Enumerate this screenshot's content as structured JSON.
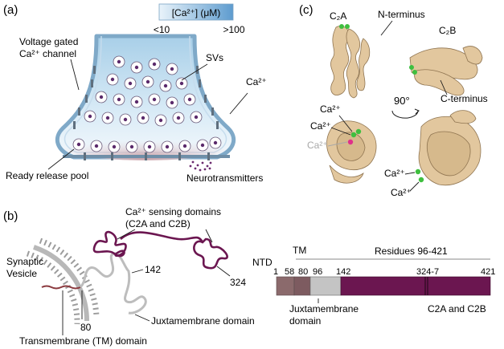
{
  "panel_a": {
    "label": "(a)",
    "scale_title": "[Ca²⁺] (μM)",
    "scale_low": "<10",
    "scale_high": ">100",
    "channel_label_l1": "Voltage gated",
    "channel_label_l2": "Ca²⁺ channel",
    "svs_label": "SVs",
    "ca_label": "Ca²⁺",
    "rrp_label": "Ready release pool",
    "nt_label": "Neurotransmitters"
  },
  "panel_b": {
    "label": "(b)",
    "sensing_l1": "Ca²⁺ sensing domains",
    "sensing_l2": "(C2A and C2B)",
    "vesicle_l1": "Synaptic",
    "vesicle_l2": "Vesicle",
    "res_142": "142",
    "res_324": "324",
    "res_80": "80",
    "juxta_label": "Juxtamembrane domain",
    "tm_label": "Transmembrane (TM) domain"
  },
  "bar": {
    "residues_label": "Residues 96-421",
    "ntd_label": "NTD",
    "tm_label": "TM",
    "ticks": [
      "1",
      "58",
      "80",
      "96",
      "142",
      "324-7",
      "421"
    ],
    "juxta_l1": "Juxtamembrane",
    "juxta_l2": "domain",
    "c2_label": "C2A and C2B",
    "colors": {
      "ntd": "#8b6a6c",
      "tm": "#7d5b60",
      "juxta": "#c4c4c4",
      "c2": "#6b1650"
    }
  },
  "panel_c": {
    "label": "(c)",
    "c2a_label": "C₂A",
    "nterm_label": "N-terminus",
    "c2b_label": "C₂B",
    "cterm_label": "C-terminus",
    "angle_label": "90°",
    "ca1": "Ca²⁺",
    "ca2": "Ca²⁺",
    "ca3_gray": "Ca²⁺",
    "ca4": "Ca²⁺",
    "ca5": "Ca²⁺"
  }
}
